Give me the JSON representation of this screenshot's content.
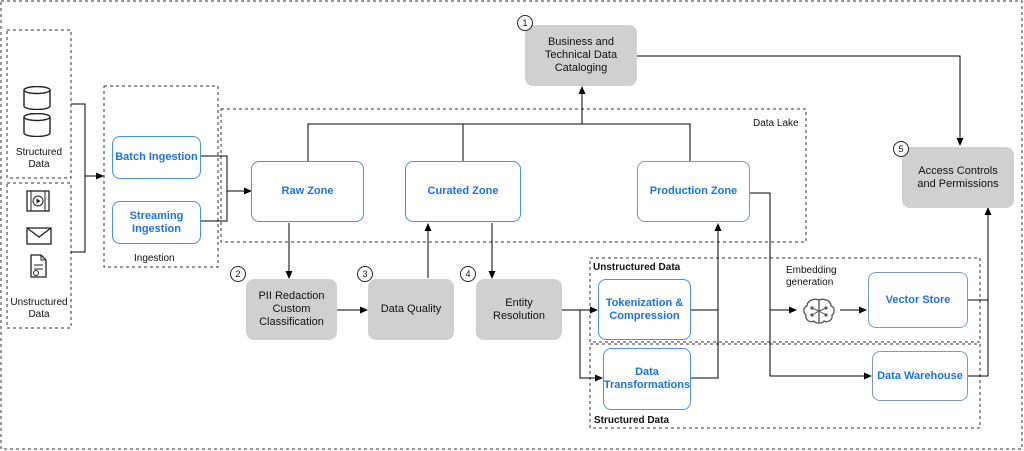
{
  "sources": {
    "structured_label": "Structured Data",
    "unstructured_label": "Unstructured Data"
  },
  "ingestion": {
    "title": "Ingestion",
    "batch": "Batch Ingestion",
    "streaming": "Streaming Ingestion"
  },
  "data_lake": {
    "title": "Data Lake",
    "raw": "Raw Zone",
    "curated": "Curated Zone",
    "production": "Production Zone"
  },
  "steps": {
    "catalog": {
      "number": "1",
      "label": "Business and Technical Data Cataloging"
    },
    "pii": {
      "number": "2",
      "label": "PII Redaction Custom Classification"
    },
    "quality": {
      "number": "3",
      "label": "Data Quality"
    },
    "entity": {
      "number": "4",
      "label": "Entity Resolution"
    },
    "access": {
      "number": "5",
      "label": "Access Controls and Permissions"
    }
  },
  "unstructured_group": {
    "title": "Unstructured Data",
    "tokenization": "Tokenization & Compression",
    "embedding": "Embedding generation",
    "vector_store": "Vector Store"
  },
  "structured_group": {
    "title": "Structured Data",
    "transformations": "Data Transformations",
    "warehouse": "Data Warehouse"
  },
  "icons": [
    "database-icon",
    "video-icon",
    "mail-icon",
    "document-icon",
    "ai-brain-icon"
  ]
}
